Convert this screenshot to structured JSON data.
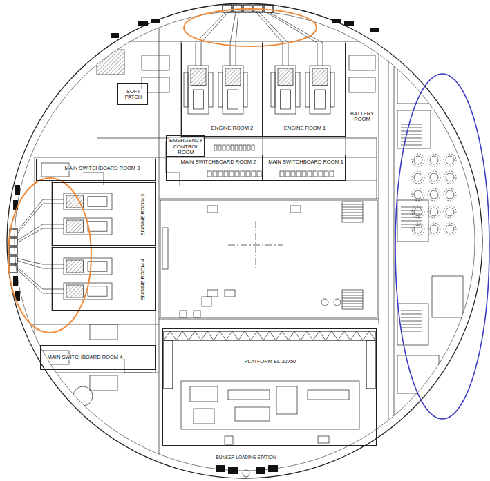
{
  "diagram": {
    "nodes": [
      {
        "text": [
          "ENGINE ROOM 2"
        ]
      },
      {
        "text": [
          "ENGINE ROOM 1"
        ]
      },
      {
        "text": [
          "SOFT PATCH"
        ]
      },
      {
        "text": [
          "BATTERY ROOM"
        ]
      },
      {
        "text": [
          "EMERGENCY CONTROL ROOM"
        ]
      },
      {
        "text": [
          "MAIN SWITCHBOARD ROOM 2"
        ]
      },
      {
        "text": [
          "MAIN SWITCHBOARD ROOM 1"
        ]
      },
      {
        "text": [
          "MAIN SWITCHBOARD ROOM 3"
        ]
      },
      {
        "text": [
          "ENGINE ROOM 3"
        ]
      },
      {
        "text": [
          "ENGINE ROOM 4"
        ]
      },
      {
        "text": [
          "MAIN SWITCHBOARD ROOM 4"
        ]
      },
      {
        "text": [
          "PLATFORM EL.32750"
        ]
      }
    ],
    "labels": [
      "BUNKER LOADING STATION"
    ]
  }
}
